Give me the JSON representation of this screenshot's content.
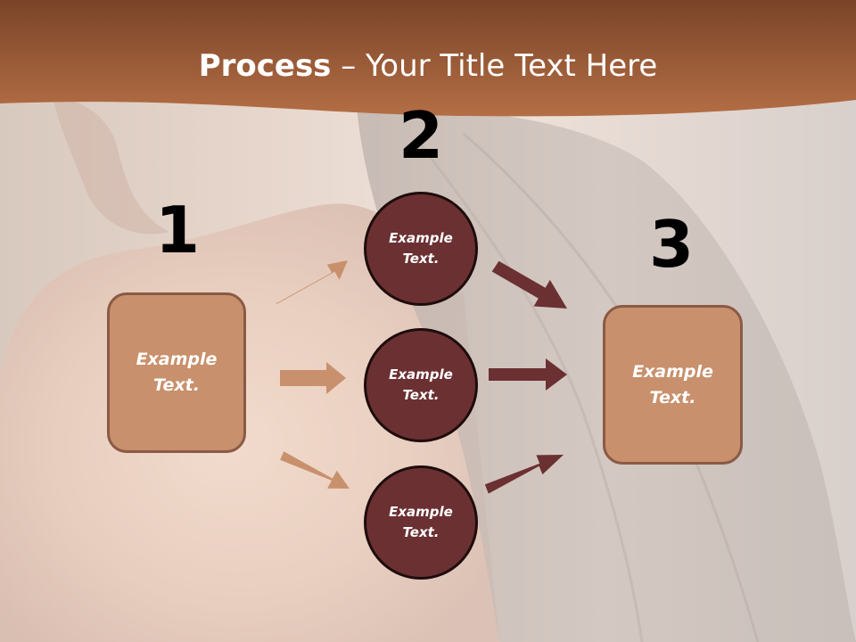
{
  "title": {
    "strong": "Process",
    "rest": " – Your Title Text Here"
  },
  "steps": [
    {
      "number": "1",
      "text": "Example Text."
    },
    {
      "number": "2",
      "items": [
        "Example Text.",
        "Example Text.",
        "Example Text."
      ]
    },
    {
      "number": "3",
      "text": "Example Text."
    }
  ],
  "colors": {
    "header": "#a05a34",
    "box_fill": "#c8906c",
    "box_border": "#8a5a46",
    "circle_fill": "#6b3032",
    "arrow_light": "#c8906c",
    "arrow_dark": "#6b3032"
  }
}
